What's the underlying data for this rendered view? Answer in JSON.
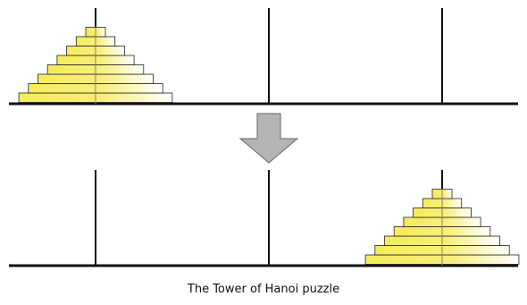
{
  "caption": "The Tower of Hanoi puzzle",
  "colors": {
    "rod": "#111111",
    "base": "#111111",
    "disk_gradient_left": "#F6EC5A",
    "disk_gradient_right": "#FFFFFF",
    "disk_stroke": "#222222",
    "arrow_fill": "#B4B4B4",
    "arrow_stroke": "#666666"
  },
  "puzzle": {
    "disk_count": 8,
    "before": {
      "disks_on_peg": [
        8,
        0,
        0
      ]
    },
    "after": {
      "disks_on_peg": [
        0,
        0,
        8
      ]
    }
  },
  "arrow": {
    "icon": "down-arrow-icon",
    "direction": "down"
  }
}
